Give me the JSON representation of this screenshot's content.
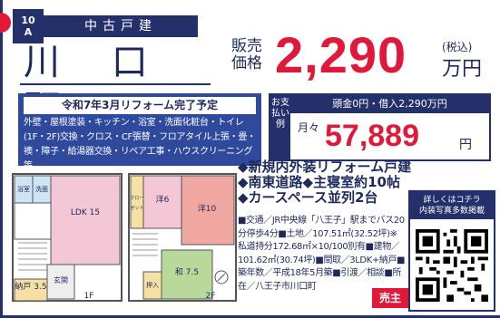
{
  "header": {
    "number": "10",
    "number_suffix": "A",
    "type": "中古戸建",
    "title": "川 口 町"
  },
  "price": {
    "label": "販売価格",
    "amount": "2,290",
    "tax_note": "(税込)",
    "unit": "万円"
  },
  "reform": {
    "title": "令和7年3月リフォーム完了予定",
    "body": "外壁・屋根塗装・キッチン・浴室・洗面化粧台・トイレ(1F・2F)交換・クロス・CF張替・フロアタイル上張・畳・襖・障子・給湯器交換・リペア工事・ハウスクリーニング等"
  },
  "payment": {
    "side_label": "お支払い例",
    "head": "頭金0円・借入2,290万円",
    "month_label": "月々",
    "amount": "57,889",
    "unit": "円"
  },
  "features": [
    "◆新規内外装リフォーム戸建",
    "◆南東道路◆主寝室約10帖",
    "◆カースペース並列2台"
  ],
  "spec": "■交通／JR中央線「八王子」駅までバス20分停歩4分■土地／107.51㎡(32.52坪)※私道持分172.68㎡×10/100別有■建物／101.62㎡(30.74坪)■間取／3LDK+納戸■築年数／平成18年5月築■引渡／相談■所在／八王子市川口町",
  "seller": "売主",
  "qr": {
    "head_line1": "詳しくはコチラ",
    "head_line2": "内装写真多数掲載"
  },
  "floorplan": {
    "rooms_1f": [
      "LDK 15",
      "納戸 3.5",
      "浴室",
      "洗面",
      "玄関"
    ],
    "rooms_2f": [
      "洋6",
      "洋10",
      "和 7.5",
      "押入",
      "クローゼット"
    ],
    "floor_1f": "1F",
    "floor_2f": "2F"
  },
  "colors": {
    "navy": "#24306a",
    "blue": "#2f4a9c",
    "red": "#e0193a"
  }
}
